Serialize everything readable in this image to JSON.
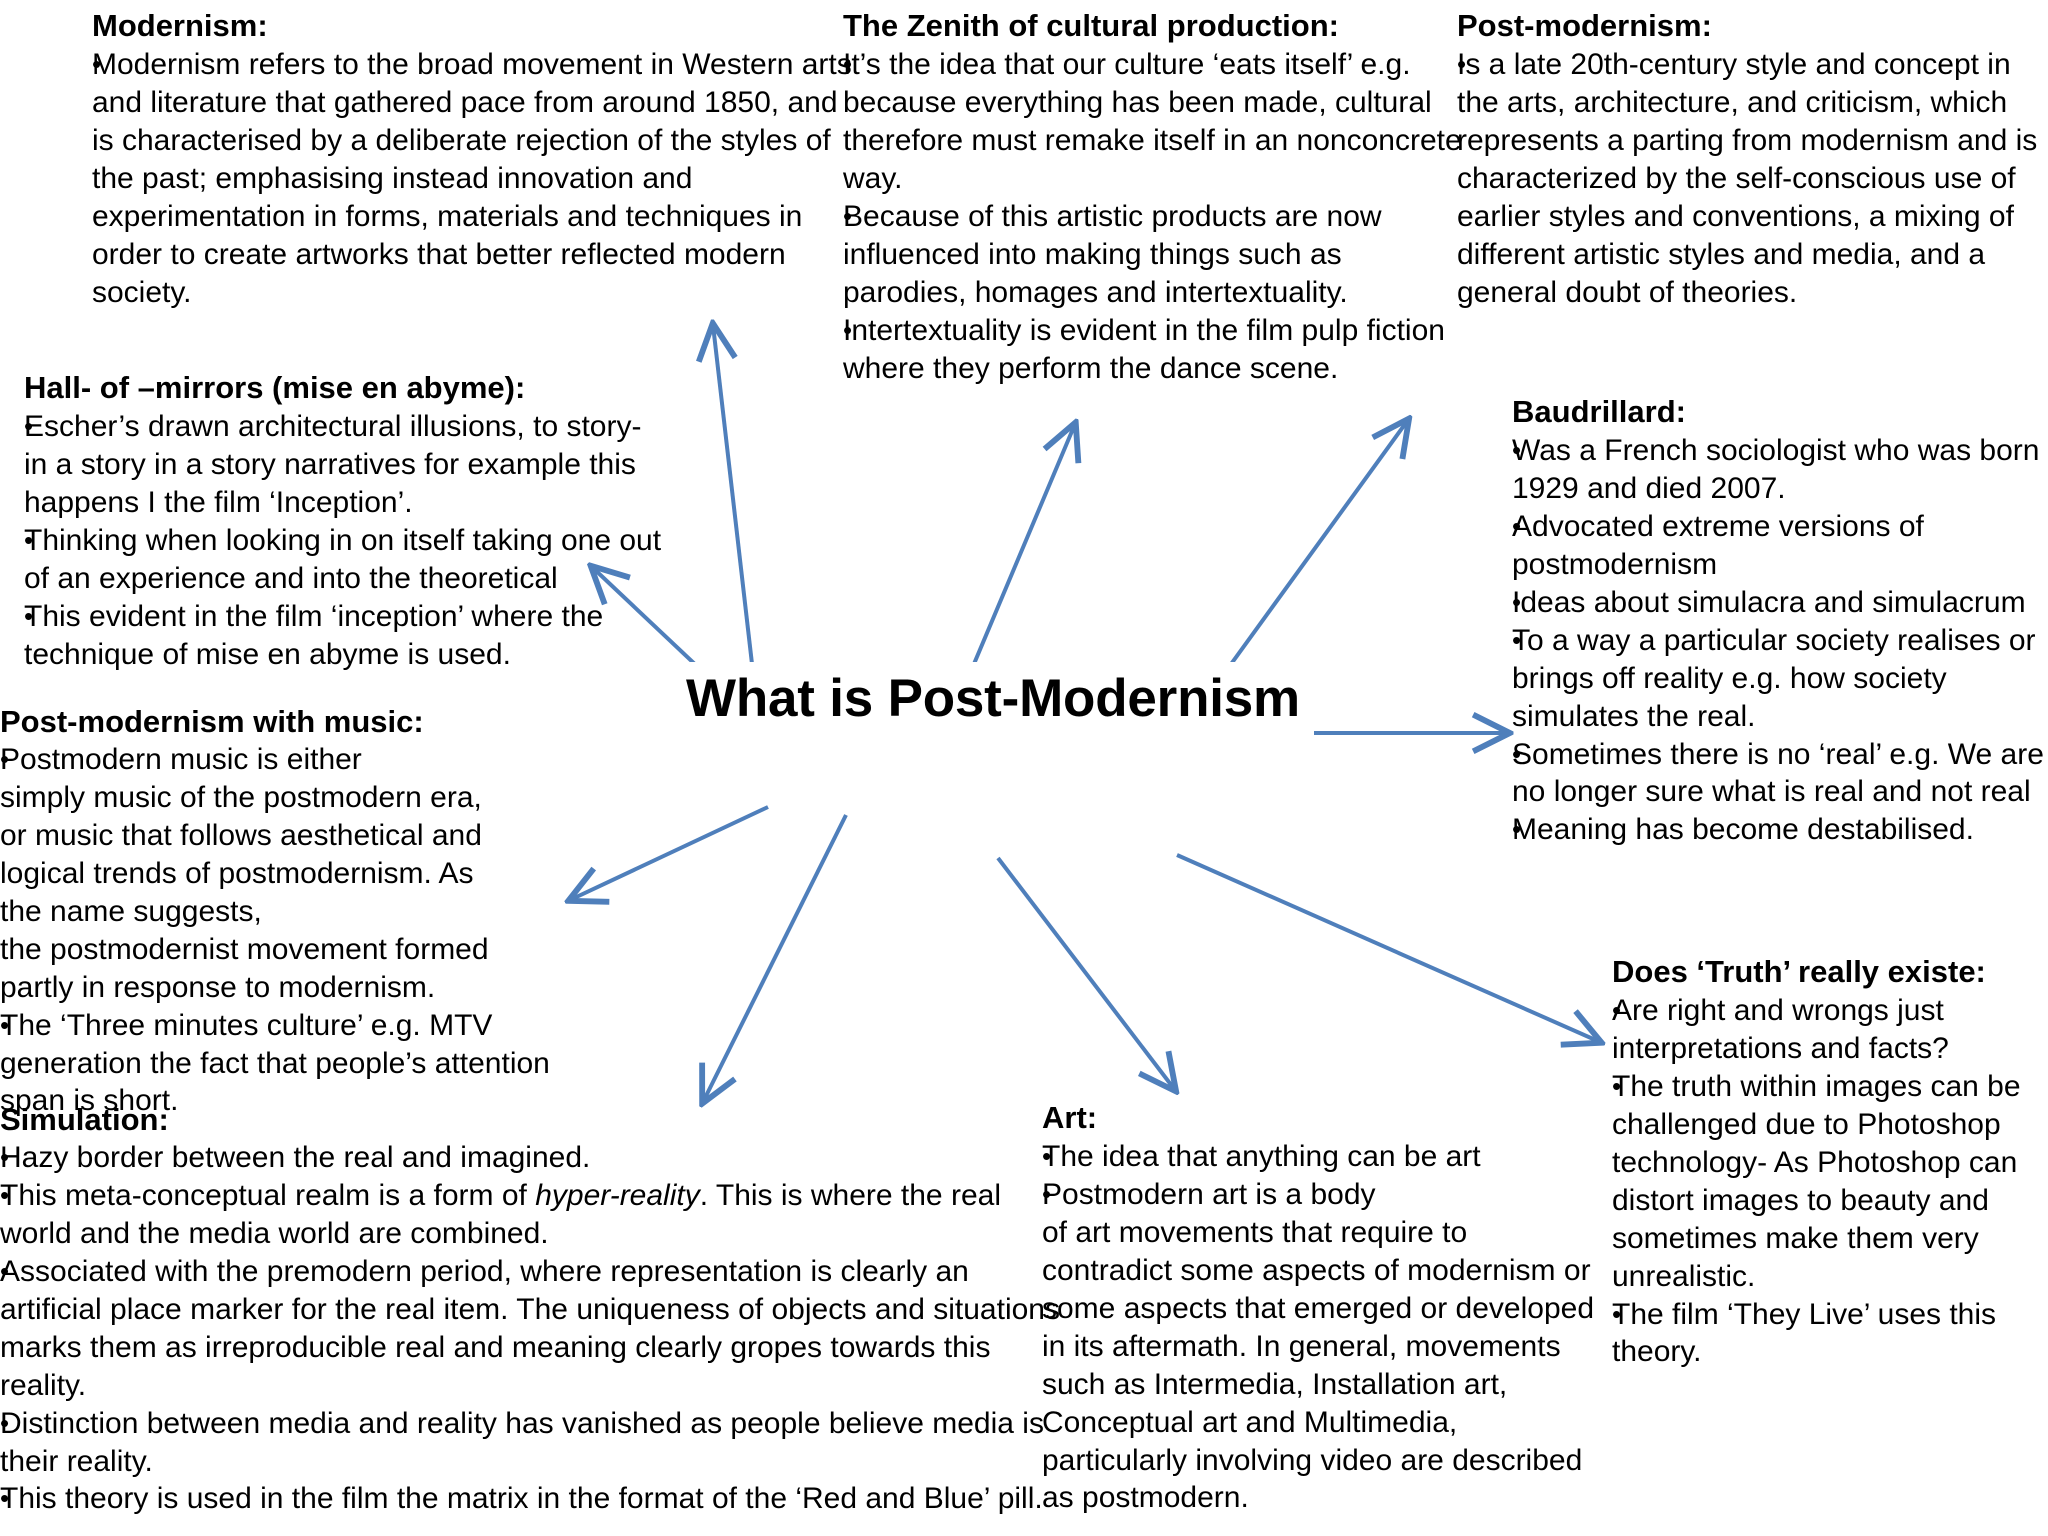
{
  "diagram": {
    "center_title": "What is Post-Modernism",
    "arrow_color": "#4F7FBB",
    "background_color": "#FFFFFF",
    "text_color": "#000000",
    "arrow_count": 8
  },
  "blocks": {
    "modernism": {
      "title": "Modernism:",
      "bullets": [
        "Modernism refers to the broad movement in Western arts and literature that gathered pace from around 1850, and is characterised by a deliberate rejection of the styles of the past; emphasising instead innovation and experimentation in forms, materials and techniques in order to create artworks that better reflected modern society."
      ]
    },
    "hall_of_mirrors": {
      "title": "Hall- of –mirrors (mise en abyme):",
      "bullets": [
        "Escher’s drawn architectural illusions, to story- in a story in a story narratives for example this happens I the film ‘Inception’.",
        "Thinking when looking in on itself taking one out of an experience and into the theoretical",
        "This evident in the film ‘inception’ where the technique of mise en abyme is used."
      ]
    },
    "music": {
      "title": "Post-modernism with music:",
      "bullets": [
        "Postmodern music is either\nsimply music of the postmodern era,\nor music that follows aesthetical and\nlogical trends of postmodernism. As\nthe name suggests,\nthe postmodernist movement formed\npartly in response to modernism.",
        "The ‘Three minutes culture’ e.g. MTV generation  the fact that people’s attention span is short."
      ]
    },
    "simulation": {
      "title": "Simulation:",
      "bullets": [
        "Hazy border between the real and imagined.",
        "This meta-conceptual realm is a form of hyper-reality. This is where the real world and the media world are combined.",
        "Associated with the premodern period, where representation is clearly an artificial place marker for the real item. The uniqueness of objects and situations marks them as irreproducible real and meaning clearly gropes towards this reality.",
        "Distinction between media and reality has vanished as people believe media is their reality.",
        "This theory is used in the film the matrix in the format of the ‘Red and Blue’ pill."
      ],
      "italic_term": "hyper-reality"
    },
    "zenith": {
      "title": "The Zenith of cultural production:",
      "bullets": [
        "It’s the idea that our culture ‘eats itself’ e.g. because everything has been made, cultural therefore must remake itself in an nonconcrete way.",
        "Because of this artistic products are now influenced into making things such as parodies, homages and intertextuality.",
        "Intertextuality is evident in the film pulp fiction where they perform the dance scene."
      ]
    },
    "art": {
      "title": "Art:",
      "bullets": [
        "The idea that anything can be art",
        "Postmodern art is a body\nof art movements that require to\ncontradict some aspects of modernism or\nsome aspects that emerged or developed\nin its aftermath. In general, movements\nsuch as Intermedia, Installation art,\nConceptual art and Multimedia,\nparticularly involving video are described\nas postmodern."
      ]
    },
    "post_modernism": {
      "title": "Post-modernism:",
      "bullets": [
        "Is a late 20th-century style and concept in the arts, architecture, and criticism, which represents a parting from modernism and is characterized by the self-conscious use of earlier styles and conventions, a mixing of different artistic styles and media, and a general doubt of theories."
      ]
    },
    "baudrillard": {
      "title": "Baudrillard:",
      "bullets": [
        "Was a French sociologist who was born 1929 and died 2007.",
        "Advocated extreme versions of postmodernism",
        "Ideas about simulacra and simulacrum",
        "To a way a particular society realises or brings off reality e.g. how society simulates the real.",
        "Sometimes there is no ‘real’ e.g. We  are no longer sure what is real and not real",
        "Meaning has become destabilised."
      ]
    },
    "truth": {
      "title": "Does ‘Truth’ really existe:",
      "bullets": [
        "Are right and wrongs just interpretations and facts?",
        "The truth within images can be challenged due to Photoshop technology- As Photoshop can distort images to beauty and sometimes make them very unrealistic.",
        "The film ‘They Live’ uses this theory."
      ]
    }
  }
}
